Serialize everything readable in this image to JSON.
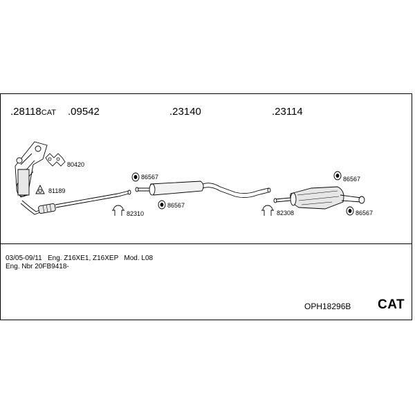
{
  "parts": {
    "p1": {
      "number": ".28118",
      "suffix": "CAT"
    },
    "p2": {
      "number": ".09542"
    },
    "p3": {
      "number": ".23140"
    },
    "p4": {
      "number": ".23114"
    }
  },
  "callouts": {
    "c80420": "80420",
    "c81189": "81189",
    "c82310": "82310",
    "c86567_a": "86567",
    "c86567_b": "86567",
    "c86567_c": "86567",
    "c86567_d": "86567",
    "c82308": "82308"
  },
  "info": {
    "line1": "03/05-09/11   Eng. Z16XE1, Z16XEP   Mod. L08",
    "line2": "Eng. Nbr 20FB9418-"
  },
  "set_code": "OPH18296B",
  "cat_label": "CAT"
}
